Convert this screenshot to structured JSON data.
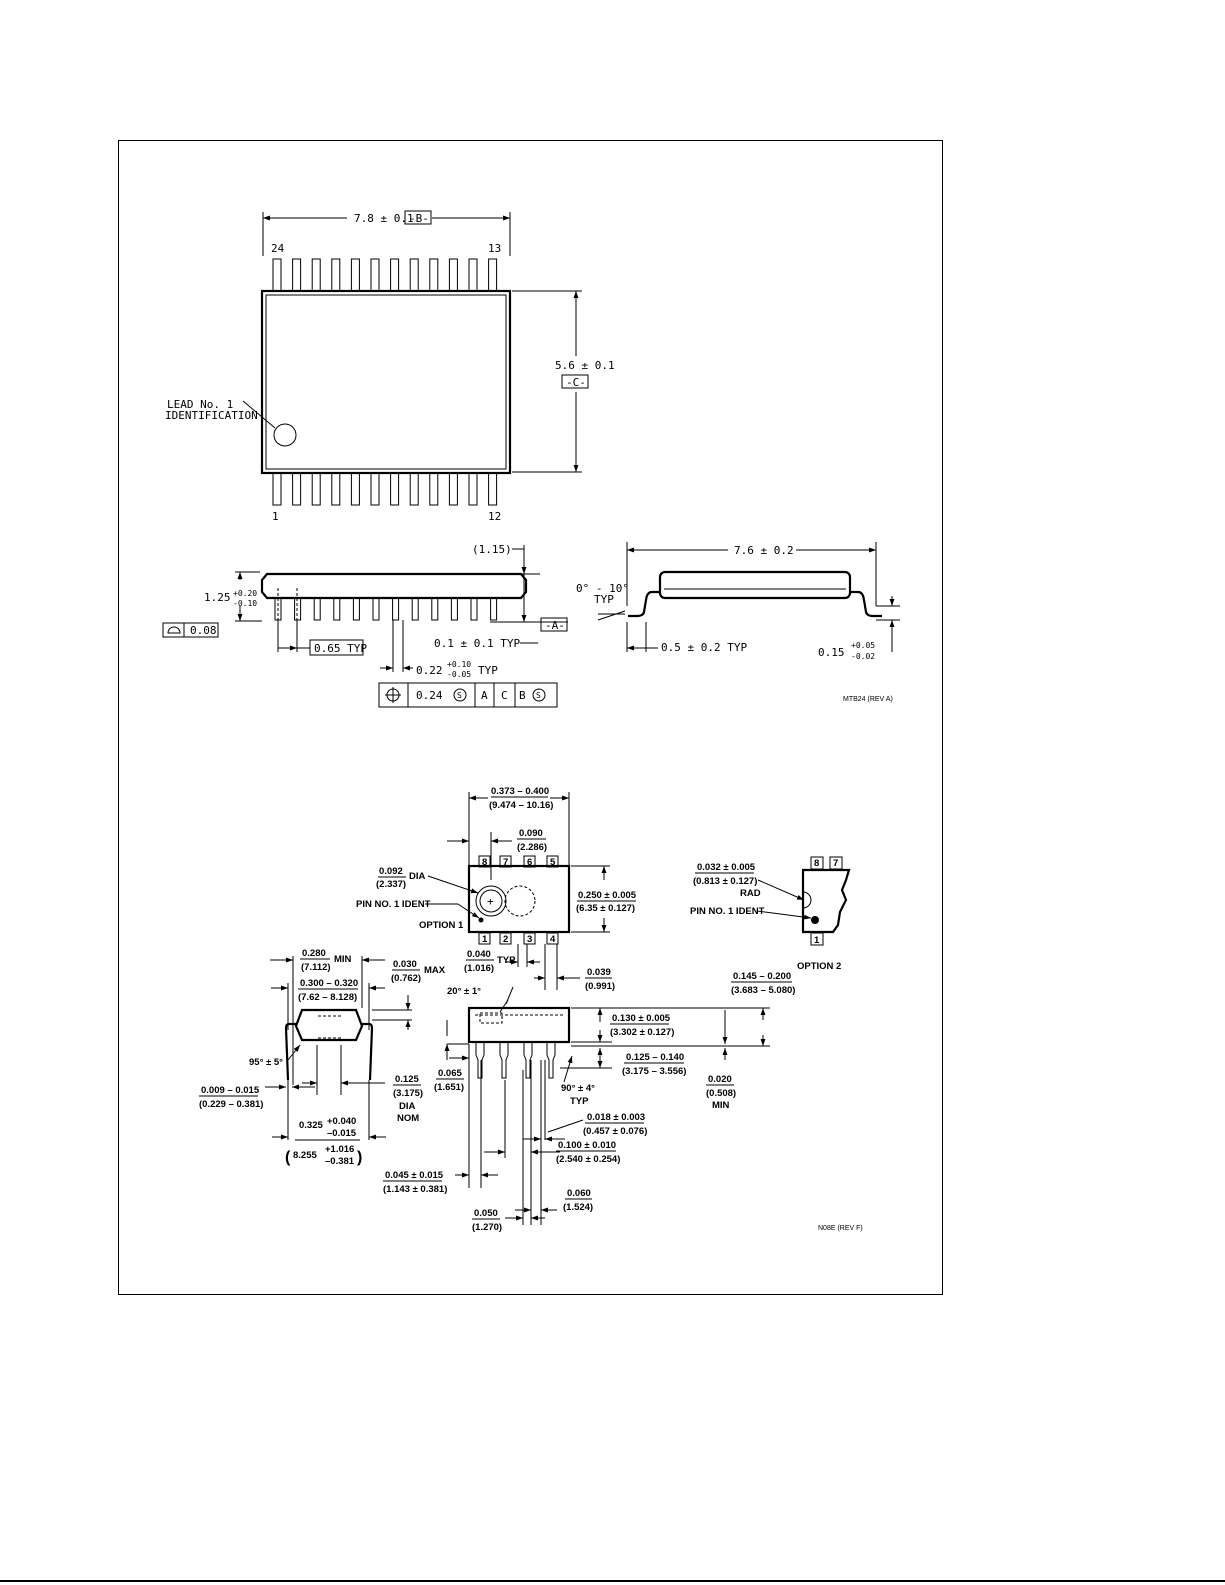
{
  "tssop24": {
    "body_width_dim": "7.8 ± 0.1",
    "datum_b": "-B-",
    "pin_24": "24",
    "pin_13": "13",
    "pin_1": "1",
    "pin_12": "12",
    "body_length_dim": "5.6 ± 0.1",
    "datum_c": "-C-",
    "lead_id_line1": "LEAD No. 1",
    "lead_id_line2": "IDENTIFICATION",
    "height_ref": "(1.15)",
    "height_main": "1.25",
    "height_tol_plus": "+0.20",
    "height_tol_minus": "-0.10",
    "coplanarity_value": "0.08",
    "pitch": "0.65 TYP",
    "standoff": "0.1 ± 0.1 TYP",
    "datum_a": "-A-",
    "lead_width_main": "0.22",
    "lead_width_plus": "+0.10",
    "lead_width_minus": "-0.05",
    "lead_width_typ": "TYP",
    "fcf_tol": "0.24",
    "fcf_s": "S",
    "fcf_a": "A",
    "fcf_c": "C",
    "fcf_b": "B",
    "overall_width": "7.6 ± 0.2",
    "lead_angle": "0° - 10°",
    "lead_angle_typ": "TYP",
    "foot_length": "0.5 ± 0.2 TYP",
    "lead_thk_main": "0.15",
    "lead_thk_plus": "+0.05",
    "lead_thk_minus": "-0.02",
    "drawing_id": "MTB24 (REV A)"
  },
  "dip8": {
    "body_len_in": "0.373 – 0.400",
    "body_len_mm": "(9.474 – 10.16)",
    "dim_090_in": "0.090",
    "dim_090_mm": "(2.286)",
    "dia_in": "0.092",
    "dia_mm": "(2.337)",
    "dia_label": "DIA",
    "pin1_ident": "PIN NO. 1 IDENT",
    "option1": "OPTION 1",
    "top_pins": [
      "8",
      "7",
      "6",
      "5"
    ],
    "bottom_pins": [
      "1",
      "2",
      "3",
      "4"
    ],
    "body_w_in": "0.250 ± 0.005",
    "body_w_mm": "(6.35 ± 0.127)",
    "rad_in": "0.032 ± 0.005",
    "rad_mm": "(0.813 ± 0.127)",
    "rad_label": "RAD",
    "opt2_pins_top": [
      "8",
      "7"
    ],
    "opt2_pin_bottom": "1",
    "option2": "OPTION 2",
    "pitch_in": "0.040",
    "pitch_mm": "(1.016)",
    "pitch_typ": "TYP",
    "dim_039_in": "0.039",
    "dim_039_mm": "(0.991)",
    "dim_280_in": "0.280",
    "dim_280_mm": "(7.112)",
    "dim_280_min": "MIN",
    "dim_300_in": "0.300 – 0.320",
    "dim_300_mm": "(7.62 – 8.128)",
    "dim_030_in": "0.030",
    "dim_030_mm": "(0.762)",
    "dim_030_max": "MAX",
    "angle_20": "20° ± 1°",
    "height_in": "0.145 – 0.200",
    "height_mm": "(3.683 – 5.080)",
    "body_h_in": "0.130 ± 0.005",
    "body_h_mm": "(3.302 ± 0.127)",
    "angle_95": "95° ± 5°",
    "dim_065_in": "0.065",
    "dim_065_mm": "(1.651)",
    "lead_len_in": "0.125 – 0.140",
    "lead_len_mm": "(3.175 – 3.556)",
    "dim_020_in": "0.020",
    "dim_020_mm": "(0.508)",
    "dim_020_min": "MIN",
    "lead_thk_in": "0.009 – 0.015",
    "lead_thk_mm": "(0.229 – 0.381)",
    "dim_125_in": "0.125",
    "dim_125_mm": "(3.175)",
    "dim_125_dia": "DIA",
    "dim_125_nom": "NOM",
    "angle_90": "90° ± 4°",
    "angle_90_typ": "TYP",
    "lead_w_in": "0.018 ± 0.003",
    "lead_w_mm": "(0.457 ± 0.076)",
    "spread_main": "0.325",
    "spread_plus": "+0.040",
    "spread_minus": "–0.015",
    "spread_mm_main": "8.255",
    "spread_mm_plus": "+1.016",
    "spread_mm_minus": "–0.381",
    "lead_pitch_in": "0.100 ± 0.010",
    "lead_pitch_mm": "(2.540 ± 0.254)",
    "dim_045_in": "0.045 ± 0.015",
    "dim_045_mm": "(1.143 ± 0.381)",
    "dim_060_in": "0.060",
    "dim_060_mm": "(1.524)",
    "dim_050_in": "0.050",
    "dim_050_mm": "(1.270)",
    "drawing_id": "N08E (REV F)"
  }
}
